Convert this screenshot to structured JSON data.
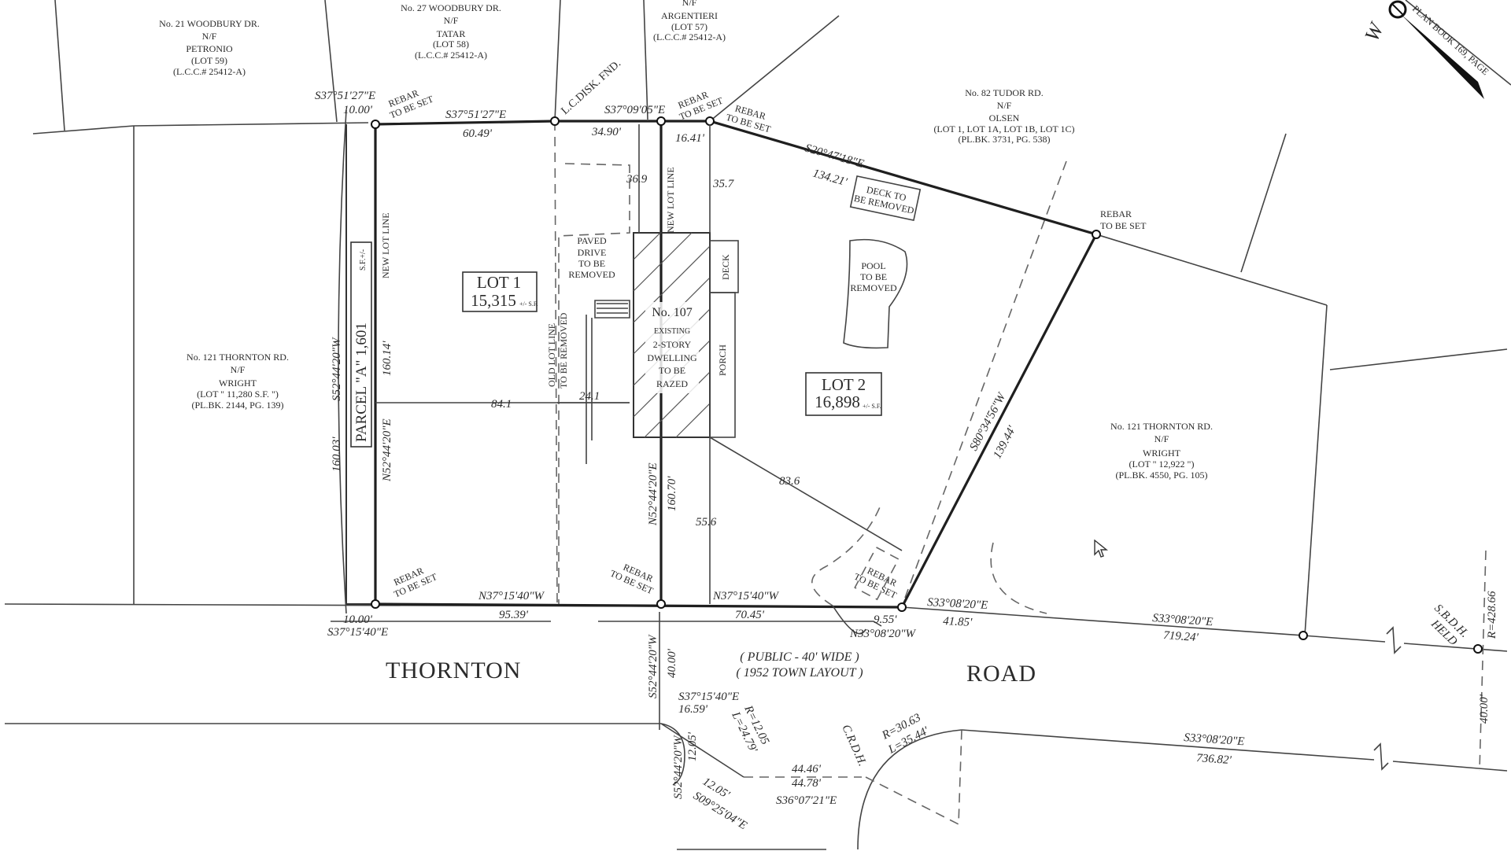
{
  "neighbors": {
    "woodbury21": [
      "No. 21 WOODBURY DR.",
      "N/F",
      "PETRONIO",
      "(LOT 59)",
      "(L.C.C.# 25412-A)"
    ],
    "woodbury27": [
      "No. 27 WOODBURY DR.",
      "N/F",
      "TATAR",
      "(LOT 58)",
      "(L.C.C.# 25412-A)"
    ],
    "argentieri": [
      "N/F",
      "ARGENTIERI",
      "(LOT 57)",
      "(L.C.C.# 25412-A)"
    ],
    "tudor82": [
      "No. 82 TUDOR RD.",
      "N/F",
      "OLSEN",
      "(LOT 1, LOT 1A, LOT 1B, LOT 1C)",
      "(PL.BK. 3731, PG. 538)"
    ],
    "thornton121_left": [
      "No. 121 THORNTON RD.",
      "N/F",
      "WRIGHT",
      "(LOT \" 11,280 S.F. \")",
      "(PL.BK. 2144, PG. 139)"
    ],
    "thornton121_right": [
      "No. 121 THORNTON RD.",
      "N/F",
      "WRIGHT",
      "(LOT \" 12,922 \")",
      "(PL.BK. 4550, PG. 105)"
    ]
  },
  "lots": {
    "lot1_name": "LOT 1",
    "lot1_area": "15,315",
    "lot1_unit": "+/- S.F.",
    "lot2_name": "LOT 2",
    "lot2_area": "16,898",
    "lot2_unit": "+/- S.F.",
    "parcel": "PARCEL \"A\"  1,601",
    "parcel_unit": "S.F.+/-"
  },
  "features": {
    "paved_drive": [
      "PAVED",
      "DRIVE",
      "TO BE",
      "REMOVED"
    ],
    "dwelling": [
      "No. 107",
      "EXISTING",
      "2-STORY",
      "DWELLING",
      "TO BE",
      "RAZED"
    ],
    "deck_side": "DECK",
    "porch": "PORCH",
    "deck_remove": [
      "DECK TO",
      "BE REMOVED"
    ],
    "pool": [
      "POOL",
      "TO BE",
      "REMOVED"
    ],
    "new_lot_line": "NEW LOT LINE",
    "old_lot_line": [
      "OLD LOT LINE",
      "TO BE REMOVED"
    ],
    "lc_disk": "L.C.DISK. FND.",
    "rebar": [
      "REBAR",
      "TO BE SET"
    ],
    "plan_book": "PLAN BOOK 169, PAGE",
    "compass_w": "W"
  },
  "dimensions": {
    "b1": "S37°51'27\"E",
    "b1_len": "10.00'",
    "b2": "S37°51'27\"E",
    "b2_len": "60.49'",
    "b3_len": "34.90'",
    "b4": "S37°09'05\"E",
    "b5_len": "16.41'",
    "b6": "S20°47'18\"E",
    "b6_len": "134.21'",
    "b7": "S80°34'56\"W",
    "b7_len": "139.44'",
    "parcel_w": "S52°44'20\"W",
    "parcel_w_len": "160.03'",
    "lot1_w": "N52°44'20\"E",
    "lot1_w_len": "160.14'",
    "mid": "N52°44'20\"E",
    "mid_len": "160.70'",
    "d841": "84.1",
    "d241": "24.1",
    "d369": "36.9",
    "d357": "35.7",
    "d836": "83.6",
    "d556": "55.6",
    "front1": "N37°15'40\"W",
    "front1_len": "95.39'",
    "front2": "N37°15'40\"W",
    "front2_len": "70.45'",
    "front3_len": "9.55'",
    "front4": "S33°08'20\"E",
    "front4_len": "41.85'",
    "front5": "N33°08'20\"W",
    "front6": "S33°08'20\"E",
    "front6_len": "719.24'",
    "bot_left_len": "10.00'",
    "bot_left": "S37°15'40\"E",
    "road_w": "S52°44'20\"W",
    "road_w_len": "40.00'",
    "s1": "S37°15'40\"E",
    "s1_len": "16.59'",
    "arc1": "R=12.05",
    "arc1_l": "L=24.79'",
    "s2": "S52°44'20\"W",
    "s2_len": "12.05'",
    "s3_len": "12.05'",
    "s3": "S09°25'04\"E",
    "chord1": "44.46'",
    "chord2": "44.78'",
    "chord3": "S36°07'21\"E",
    "arc2": "R=30.63",
    "arc2_l": "L=35.44'",
    "crdh": "C.R.D.H.",
    "right_len": "S33°08'20\"E",
    "right_len2": "736.82'",
    "sbdh": "S.B.D.H.",
    "held": "HELD",
    "r_right": "R=428.66",
    "r_right2": "40.00'"
  },
  "road": {
    "name_left": "THORNTON",
    "name_right": "ROAD",
    "width": "( PUBLIC - 40' WIDE )",
    "layout": "( 1952 TOWN LAYOUT )"
  }
}
